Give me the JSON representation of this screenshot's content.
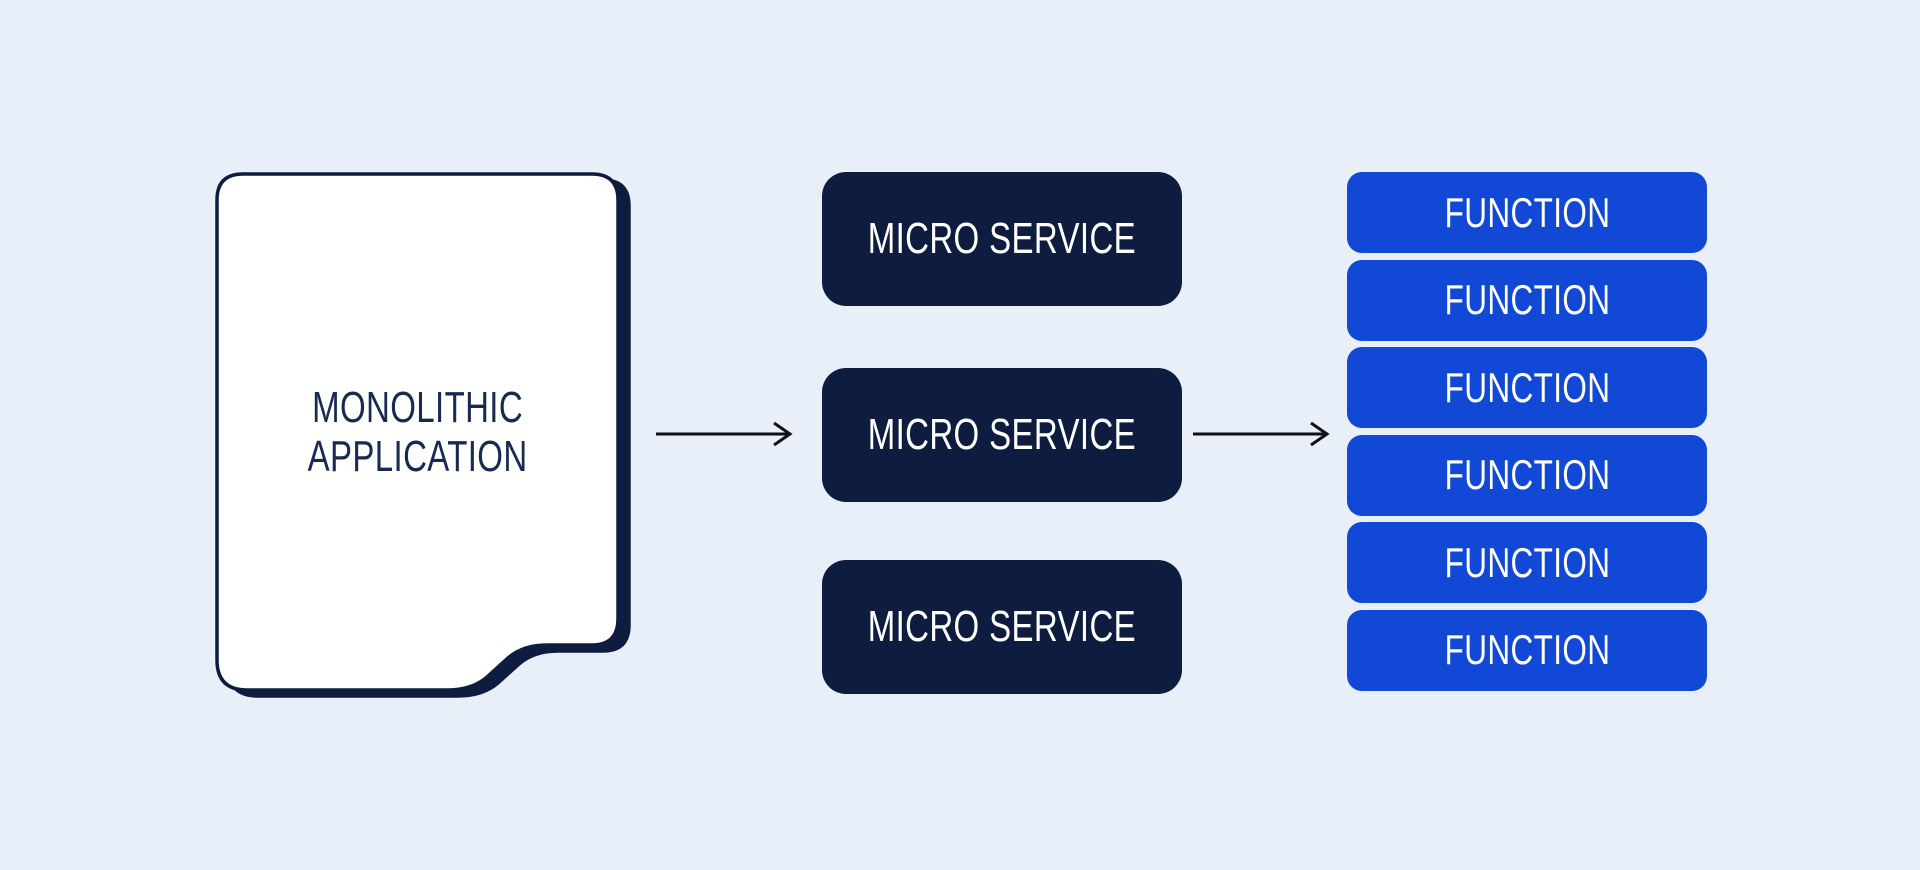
{
  "theme": {
    "bg": "#e8eff9",
    "navy": "#0e1c3f",
    "blue": "#1149d6",
    "monolith-fill": "#ffffff",
    "monolith-text": "#182a52",
    "label-text": "#ffffff",
    "arrow": "#111111"
  },
  "monolith": {
    "label": "MONOLITHIC\nAPPLICATION"
  },
  "services": [
    {
      "label": "MICRO SERVICE"
    },
    {
      "label": "MICRO SERVICE"
    },
    {
      "label": "MICRO SERVICE"
    }
  ],
  "functions": [
    {
      "label": "FUNCTION"
    },
    {
      "label": "FUNCTION"
    },
    {
      "label": "FUNCTION"
    },
    {
      "label": "FUNCTION"
    },
    {
      "label": "FUNCTION"
    },
    {
      "label": "FUNCTION"
    }
  ]
}
